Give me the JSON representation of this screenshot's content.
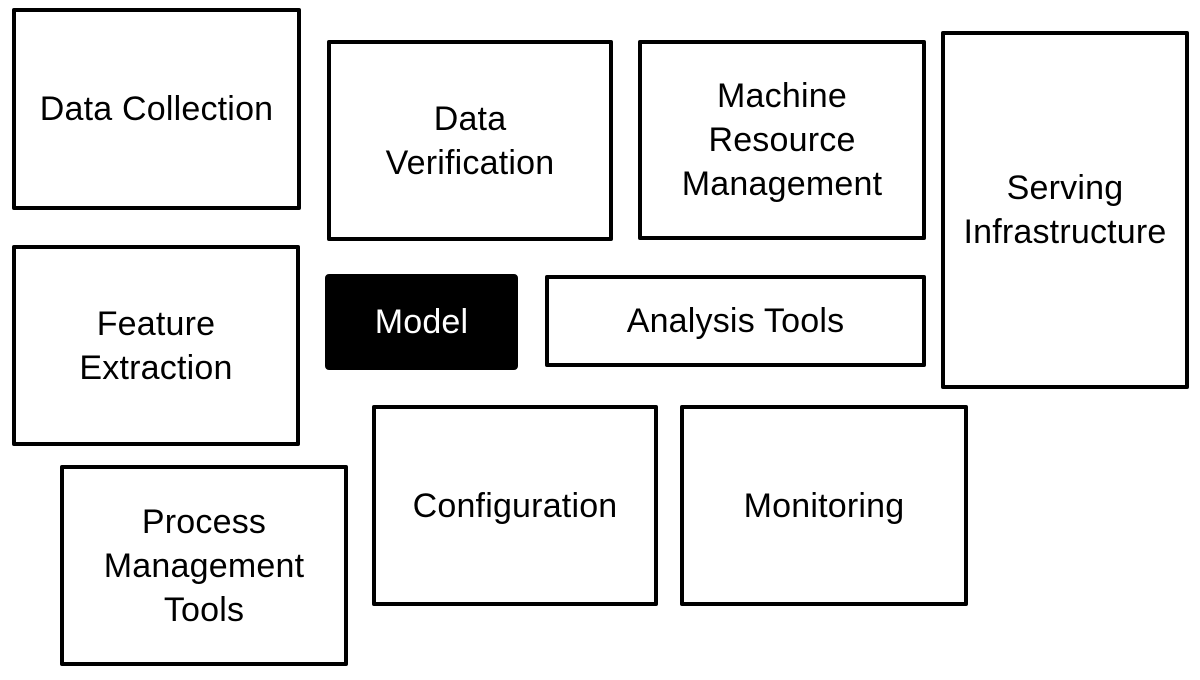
{
  "diagram": {
    "description": "Block diagram of machine learning system components: a small black Model box surrounded by larger supporting infrastructure boxes",
    "colors": {
      "background": "#ffffff",
      "box_border": "#000000",
      "box_fill": "#ffffff",
      "box_text": "#000000",
      "model_fill": "#000000",
      "model_text": "#ffffff"
    },
    "boxes": [
      {
        "id": "data-collection",
        "label": "Data Collection",
        "filled": false
      },
      {
        "id": "data-verification",
        "label": "Data\nVerification",
        "filled": false
      },
      {
        "id": "machine-resource-management",
        "label": "Machine\nResource\nManagement",
        "filled": false
      },
      {
        "id": "serving-infrastructure",
        "label": "Serving\nInfrastructure",
        "filled": false
      },
      {
        "id": "feature-extraction",
        "label": "Feature\nExtraction",
        "filled": false
      },
      {
        "id": "model",
        "label": "Model",
        "filled": true
      },
      {
        "id": "analysis-tools",
        "label": "Analysis Tools",
        "filled": false
      },
      {
        "id": "configuration",
        "label": "Configuration",
        "filled": false
      },
      {
        "id": "monitoring",
        "label": "Monitoring",
        "filled": false
      },
      {
        "id": "process-management-tools",
        "label": "Process\nManagement\nTools",
        "filled": false
      }
    ]
  }
}
